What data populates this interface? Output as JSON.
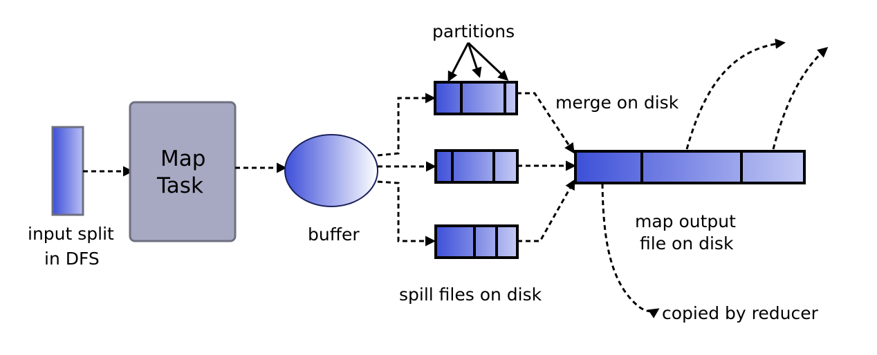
{
  "labels": {
    "input_split_line1": "input split",
    "input_split_line2": "in DFS",
    "map_task_line1": "Map",
    "map_task_line2": "Task",
    "buffer": "buffer",
    "partitions": "partitions",
    "merge_on_disk": "merge on disk",
    "spill_files": "spill files on disk",
    "map_output_line1": "map output",
    "map_output_line2": "file on disk",
    "copied_by_reducer": "copied by reducer"
  },
  "colors": {
    "blue_dark": "#3d4fd8",
    "blue_light": "#c4caf4",
    "map_task_fill": "#a7a9c2",
    "map_task_stroke": "#6e6f80"
  }
}
